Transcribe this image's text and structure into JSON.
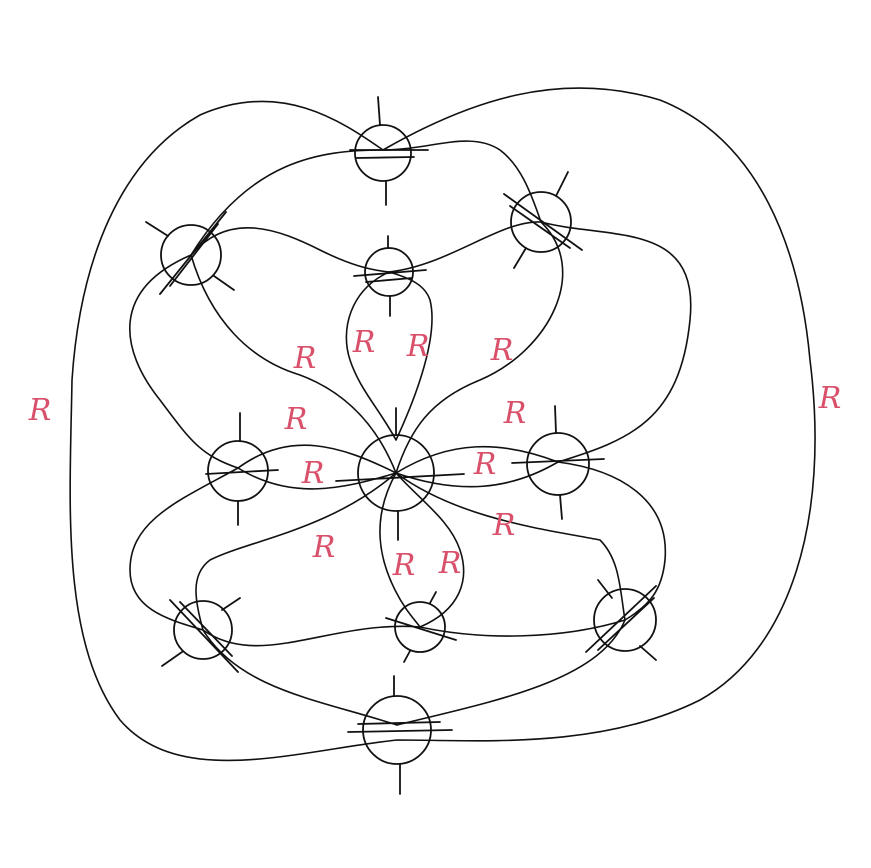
{
  "diagram": {
    "colors": {
      "curve": "#111111",
      "label": "#d9506a"
    },
    "region_labels": [
      "R",
      "R",
      "R",
      "R",
      "R",
      "R",
      "R",
      "R",
      "R",
      "R",
      "R",
      "R",
      "R",
      "R"
    ]
  }
}
